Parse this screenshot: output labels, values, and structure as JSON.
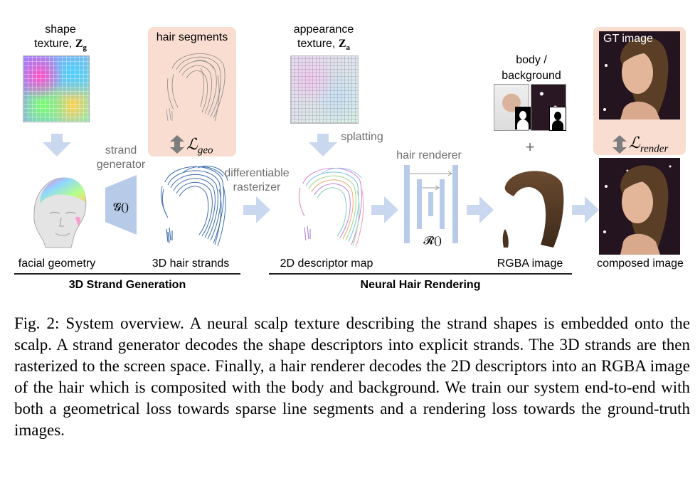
{
  "labels": {
    "shape_texture_line1": "shape",
    "shape_texture_line2": "texture, ",
    "shape_symbol": "Z",
    "shape_sub": "g",
    "hair_segments": "hair segments",
    "loss_geo_main": "ℒ",
    "loss_geo_sub": "geo",
    "strand_generator_line1": "strand",
    "strand_generator_line2": "generator",
    "generator_symbol": "𝓖()",
    "appearance_texture_line1": "appearance",
    "appearance_texture_line2": "texture, ",
    "appearance_symbol": "Z",
    "appearance_sub": "a",
    "splatting": "splatting",
    "differentiable_line1": "differentiable",
    "differentiable_line2": "rasterizer",
    "hair_renderer": "hair renderer",
    "renderer_symbol": "𝓡()",
    "body_background_line1": "body /",
    "body_background_line2": "background",
    "plus": "+",
    "gt_image": "GT image",
    "loss_render_main": "ℒ",
    "loss_render_sub": "render",
    "facial_geometry": "facial geometry",
    "hair_strands_3d": "3D hair strands",
    "descriptor_map_2d": "2D descriptor map",
    "rgba_image": "RGBA image",
    "composed_image": "composed image",
    "section_strand_generation": "3D Strand Generation",
    "section_neural_rendering": "Neural Hair Rendering"
  },
  "caption": "Fig. 2: System overview. A neural scalp texture describing the strand shapes is embedded onto the scalp. A strand generator decodes the shape descriptors into explicit strands. The 3D strands are then rasterized to the screen space. Finally, a hair renderer decodes the 2D descriptors into an RGBA image of the hair which is composited with the body and background. We train our system end-to-end with both a geometrical loss towards sparse line segments and a rendering loss towards the ground-truth images.",
  "colors": {
    "arrow_blue": "#c9d8ee",
    "network_blue": "#b7cbe8",
    "peach_box": "#f8ddd0",
    "loss_arrow": "#7d7d7d",
    "hair_strand_blue": "#3f6fb0",
    "hair_brown": "#5a3e26",
    "background_dark": "#2a1724"
  }
}
